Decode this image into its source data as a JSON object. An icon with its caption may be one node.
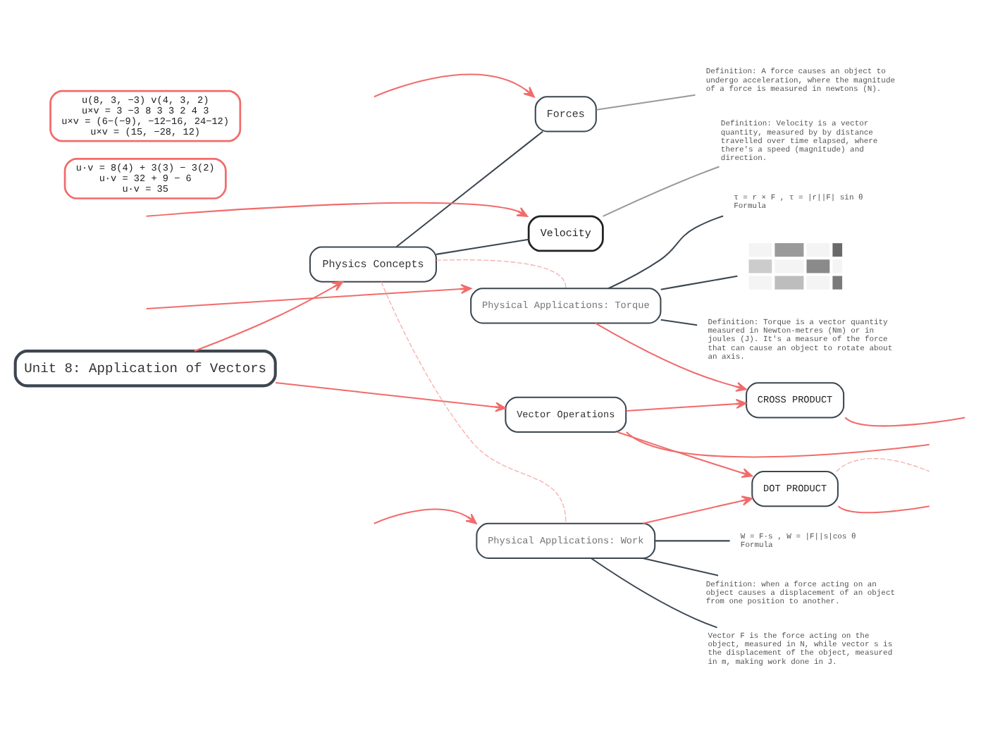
{
  "diagram": {
    "nodes": [
      {
        "text": [
          "Unit 8: Application of Vectors"
        ]
      },
      {
        "text": [
          "Physics Concepts"
        ]
      },
      {
        "text": [
          "Forces"
        ]
      },
      {
        "text": [
          "Definition: A force causes an object to undergo acceleration, where the magnitude of a force is measured in newtons (N)."
        ]
      },
      {
        "text": [
          "Velocity"
        ]
      },
      {
        "text": [
          "Definition: Velocity is a vector quantity, measured by by distance travelled over time elapsed, where there's a speed (magnitude) and direction."
        ]
      },
      {
        "text": [
          "Vector Operations"
        ]
      },
      {
        "text": [
          "DOT PRODUCT"
        ]
      },
      {
        "text": [
          "CROSS PRODUCT"
        ]
      },
      {
        "text": [
          "Physical Applications: Work"
        ]
      },
      {
        "text": [
          "Vector F is the force acting on the object, measured in N, while vector s is the displacement of the object, measured in m, making work done in J."
        ]
      },
      {
        "text": [
          "W = F·s , W = |F||s|cos θ",
          "Formula"
        ]
      },
      {
        "text": [
          "Definition: when a force acting on an object causes a displacement of an object from one position to another."
        ]
      },
      {
        "text": [
          "Physical Applications: Torque"
        ]
      },
      {
        "text": [
          "Definition: Torque is a vector quantity measured in Newton-metres (Nm) or in joules (J). It's a measure of the force that can cause an object to rotate about an axis."
        ]
      },
      {
        "text": [
          "τ = r × F , τ = |r||F| sin θ",
          "Formula"
        ]
      },
      {
        "text": [],
        "shape": "picture"
      },
      {
        "text": [
          "u·v = 8(4) + 3(3) − 3(2)",
          "u·v = 32 + 9 − 6",
          "u·v = 35"
        ]
      },
      {
        "text": [
          "u(8, 3, −3) v(4, 3, 2)",
          "u×v = 3 −3 8 3 3 2 4 3",
          "u×v = (6−(−9), −12−16, 24−12)",
          "u×v = (15, −28, 12)"
        ]
      }
    ],
    "edges": [
      {
        "from": 0,
        "to": 1,
        "arrow": "to"
      },
      {
        "from": 0,
        "to": 6,
        "arrow": "to"
      },
      {
        "from": 1,
        "to": 2,
        "arrow": "none",
        "color": "#3c4650"
      },
      {
        "from": 1,
        "to": 4,
        "arrow": "none",
        "color": "#3c4650"
      },
      {
        "from": 2,
        "to": 3,
        "arrow": "none",
        "color": "#9a9a9a"
      },
      {
        "from": 4,
        "to": 5,
        "arrow": "none",
        "color": "#9a9a9a"
      },
      {
        "from": 6,
        "to": 7,
        "arrow": "to"
      },
      {
        "from": 6,
        "to": 8,
        "arrow": "to"
      },
      {
        "from": 6,
        "to": null,
        "arrow": "none"
      },
      {
        "from": 9,
        "to": 7,
        "arrow": "to"
      },
      {
        "from": 13,
        "to": 8,
        "arrow": "to"
      },
      {
        "from": 9,
        "to": 10,
        "arrow": "none",
        "color": "#3c4650"
      },
      {
        "from": 9,
        "to": 11,
        "arrow": "none",
        "color": "#3c4650"
      },
      {
        "from": 9,
        "to": 12,
        "arrow": "none",
        "color": "#3c4650"
      },
      {
        "from": 13,
        "to": 14,
        "arrow": "none",
        "color": "#3c4650"
      },
      {
        "from": 13,
        "to": 15,
        "arrow": "none",
        "color": "#3c4650"
      },
      {
        "from": 13,
        "to": 16,
        "arrow": "none",
        "color": "#3c4650"
      },
      {
        "from": null,
        "to": 9,
        "arrow": "to"
      },
      {
        "from": null,
        "to": 13,
        "arrow": "to"
      },
      {
        "from": null,
        "to": 2,
        "arrow": "to"
      },
      {
        "from": null,
        "to": 4,
        "arrow": "to"
      },
      {
        "from": 7,
        "to": null,
        "arrow": "none",
        "style": "dashed",
        "color": "#f7b0b0"
      },
      {
        "from": 8,
        "to": null,
        "arrow": "none"
      },
      {
        "from": 1,
        "to": 9,
        "arrow": "none",
        "style": "dashed",
        "color": "#f7b0b0"
      },
      {
        "from": 1,
        "to": 13,
        "arrow": "none",
        "style": "dashed",
        "color": "#f7b0b0"
      },
      {
        "from": 7,
        "to": null,
        "arrow": "none"
      }
    ]
  }
}
